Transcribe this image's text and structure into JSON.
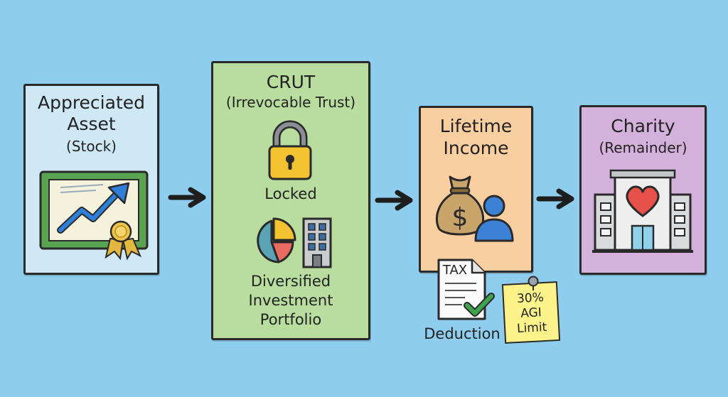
{
  "stages": [
    {
      "id": "asset",
      "title_lines": [
        "Appreciated",
        "Asset"
      ],
      "subtitle": "(Stock)",
      "color": "#cfe8f6"
    },
    {
      "id": "crut",
      "title_lines": [
        "CRUT"
      ],
      "subtitle": "(Irrevocable Trust)",
      "color": "#b8dd9e",
      "lock_label": "Locked",
      "portfolio_lines": [
        "Diversified",
        "Investment",
        "Portfolio"
      ]
    },
    {
      "id": "income",
      "title_lines": [
        "Lifetime",
        "Income"
      ],
      "subtitle": "",
      "color": "#f9cfa1"
    },
    {
      "id": "charity",
      "title_lines": [
        "Charity"
      ],
      "subtitle": "(Remainder)",
      "color": "#d3b1db"
    }
  ],
  "tax_form": {
    "header": "TAX",
    "label": "Deduction"
  },
  "sticky_note": {
    "lines": [
      "30%",
      "AGI",
      "Limit"
    ],
    "color": "#fbf28a"
  },
  "icons": [
    "stock-certificate-icon",
    "padlock-icon",
    "pie-chart-icon",
    "office-building-icon",
    "money-bag-icon",
    "person-icon",
    "tax-form-icon",
    "checkmark-icon",
    "pushpin-icon",
    "hospital-heart-icon",
    "arrow-right-icon"
  ],
  "colors": {
    "background": "#8ecdee",
    "outline": "#2a2a2a",
    "arrow": "#1e1e1e"
  }
}
